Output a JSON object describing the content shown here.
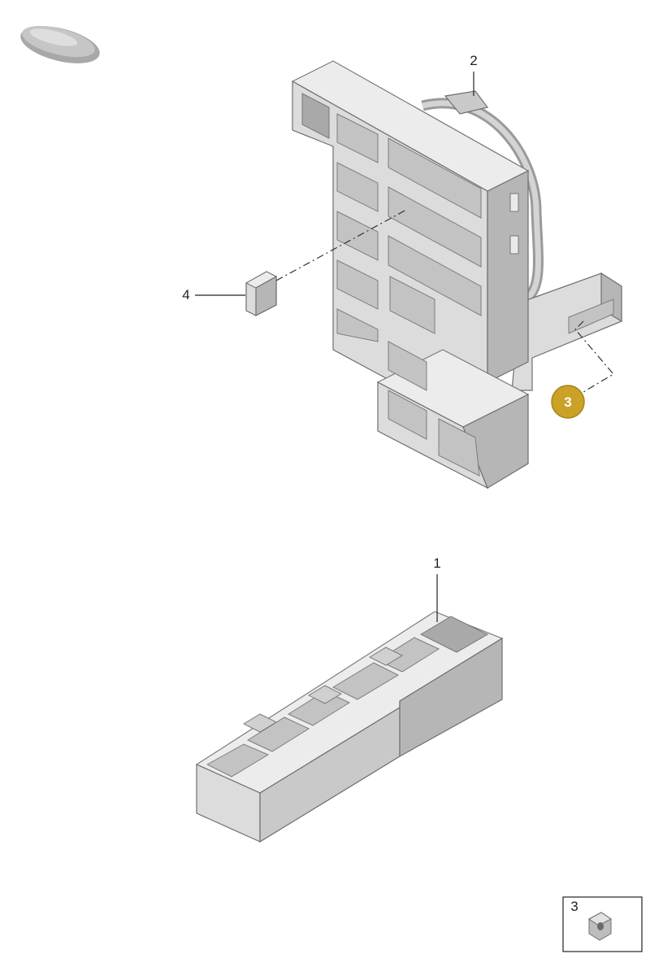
{
  "callouts": {
    "part_1": "1",
    "part_2": "2",
    "part_3": "3",
    "part_4": "4"
  },
  "inset": {
    "label": "3"
  },
  "colors": {
    "highlight": "#c9a227",
    "highlight_border": "#a8831a",
    "part_fill": "#dcdcdc",
    "part_edge": "#6f6f6f"
  }
}
